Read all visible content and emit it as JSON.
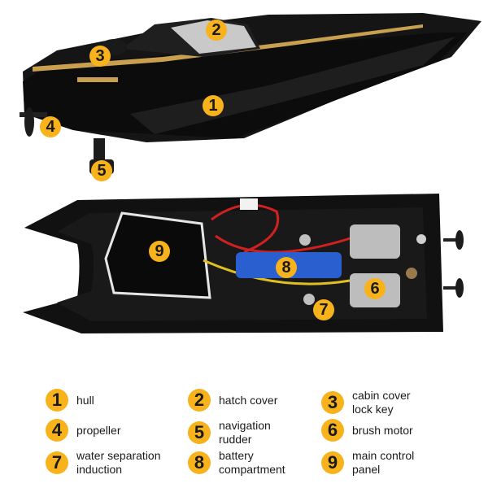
{
  "colors": {
    "badge": "#f7b21c",
    "hull": "#111111",
    "accent": "#c8a050",
    "battery": "#2a5fd0"
  },
  "parts": [
    {
      "num": "1",
      "label": "hull"
    },
    {
      "num": "2",
      "label": "hatch cover"
    },
    {
      "num": "3",
      "label": "cabin cover lock key"
    },
    {
      "num": "4",
      "label": "propeller"
    },
    {
      "num": "5",
      "label": "navigation rudder"
    },
    {
      "num": "6",
      "label": "brush motor"
    },
    {
      "num": "7",
      "label": "water separation induction"
    },
    {
      "num": "8",
      "label": "battery compartment"
    },
    {
      "num": "9",
      "label": "main control panel"
    }
  ]
}
